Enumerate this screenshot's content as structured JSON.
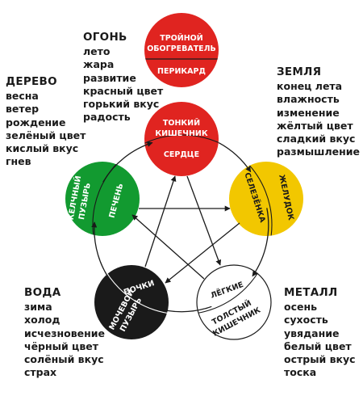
{
  "elements": [
    {
      "key": "fire",
      "title": "ОГОНЬ",
      "lines": [
        "лето",
        "жара",
        "развитие",
        "красный цвет",
        "горький вкус",
        "радость"
      ]
    },
    {
      "key": "wood",
      "title": "ДЕРЕВО",
      "lines": [
        "весна",
        "ветер",
        "рождение",
        "зелёный цвет",
        "кислый вкус",
        "гнев"
      ]
    },
    {
      "key": "earth",
      "title": "ЗЕМЛЯ",
      "lines": [
        "конец лета",
        "влажность",
        "изменение",
        "жёлтый цвет",
        "сладкий вкус",
        "размышление"
      ]
    },
    {
      "key": "water",
      "title": "ВОДА",
      "lines": [
        "зима",
        "холод",
        "исчезновение",
        "чёрный цвет",
        "солёный вкус",
        "страх"
      ]
    },
    {
      "key": "metal",
      "title": "МЕТАЛЛ",
      "lines": [
        "осень",
        "сухость",
        "увядание",
        "белый цвет",
        "острый вкус",
        "тоска"
      ]
    }
  ],
  "organs": {
    "triple_burner": [
      "ТРОЙНОЙ",
      "ОБОГРЕВАТЕЛЬ"
    ],
    "pericardium": "ПЕРИКАРД",
    "small_intestine": [
      "ТОНКИЙ",
      "КИШЕЧНИК"
    ],
    "heart": "СЕРДЦЕ",
    "gallbladder": [
      "ЖЕЛЧНЫЙ",
      "ПУЗЫРЬ"
    ],
    "liver": "ПЕЧЕНЬ",
    "spleen": "СЕЛЕЗЁНКА",
    "stomach": "ЖЕЛУДОК",
    "kidneys": "ПОЧКИ",
    "bladder": [
      "МОЧЕВОЙ",
      "ПУЗЫРЬ"
    ],
    "lungs": "ЛЁГКИЕ",
    "large_intestine": [
      "ТОЛСТЫЙ",
      "КИШЕЧНИК"
    ]
  },
  "colors": {
    "fire": "#e02420",
    "wood": "#129a30",
    "earth": "#f2c700",
    "water": "#1a1a1a",
    "metal": "#ffffff",
    "line": "#1a1a1a"
  }
}
